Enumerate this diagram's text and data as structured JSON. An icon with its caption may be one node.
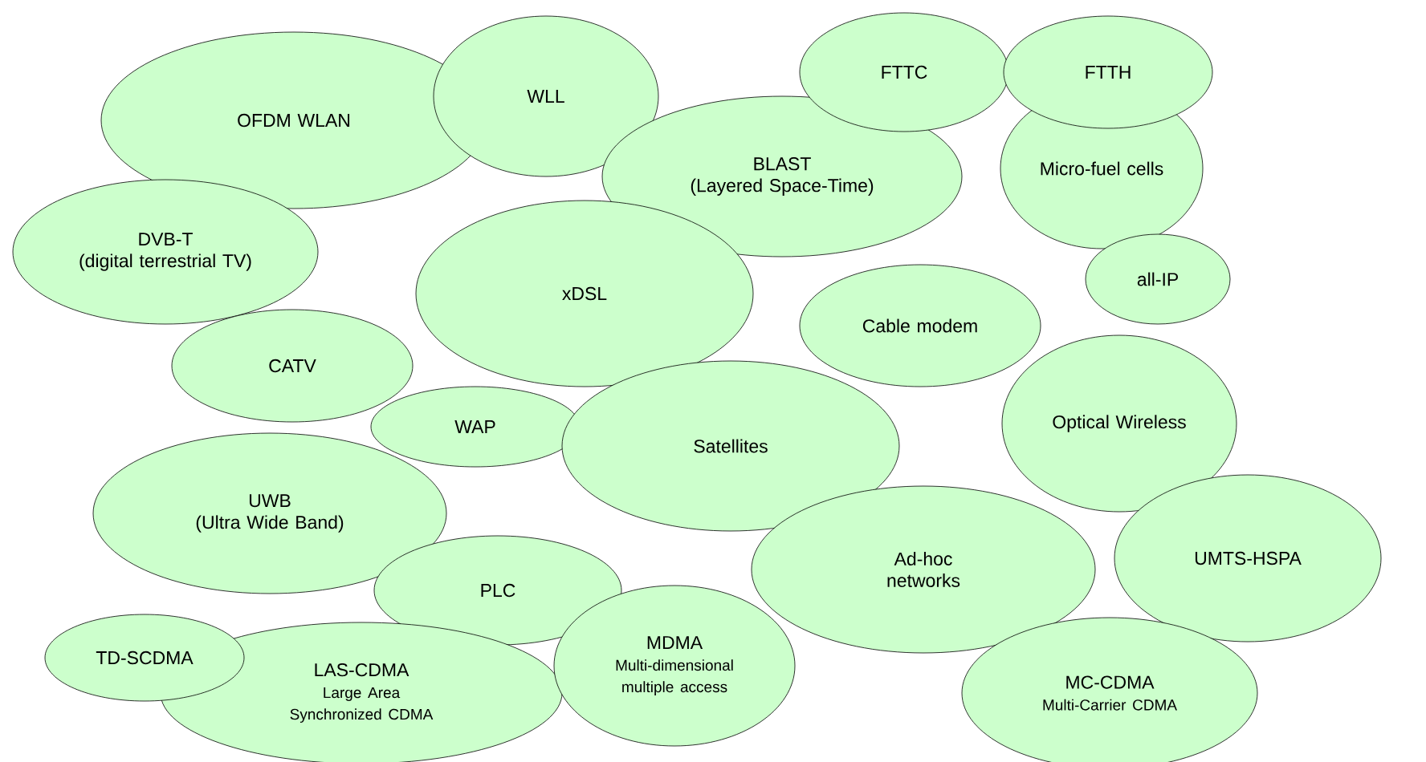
{
  "diagram": {
    "nodes": [
      {
        "text": [
          "OFDM WLAN"
        ]
      },
      {
        "text": [
          "WLL"
        ]
      },
      {
        "text": [
          "FTTC"
        ]
      },
      {
        "text": [
          "FTTH"
        ]
      },
      {
        "text": [
          "BLAST",
          "(Layered Space-Time)"
        ]
      },
      {
        "text": [
          "Micro-fuel cells"
        ]
      },
      {
        "text": [
          "DVB-T",
          "(digital terrestrial TV)"
        ]
      },
      {
        "text": [
          "xDSL"
        ]
      },
      {
        "text": [
          "all-IP"
        ]
      },
      {
        "text": [
          "Cable modem"
        ]
      },
      {
        "text": [
          "CATV"
        ]
      },
      {
        "text": [
          "WAP"
        ]
      },
      {
        "text": [
          "Satellites"
        ]
      },
      {
        "text": [
          "Optical Wireless"
        ]
      },
      {
        "text": [
          "UWB",
          "(Ultra Wide Band)"
        ]
      },
      {
        "text": [
          "PLC"
        ]
      },
      {
        "text": [
          "Ad-hoc networks"
        ]
      },
      {
        "text": [
          "UMTS-HSPA"
        ]
      },
      {
        "text": [
          "TD-SCDMA"
        ]
      },
      {
        "text": [
          "MDMA",
          "Multi-dimensional multiple access"
        ]
      },
      {
        "text": [
          "LAS-CDMA",
          "Large Area Synchronized CDMA"
        ]
      },
      {
        "text": [
          "MC-CDMA",
          "Multi-Carrier CDMA"
        ]
      }
    ]
  }
}
